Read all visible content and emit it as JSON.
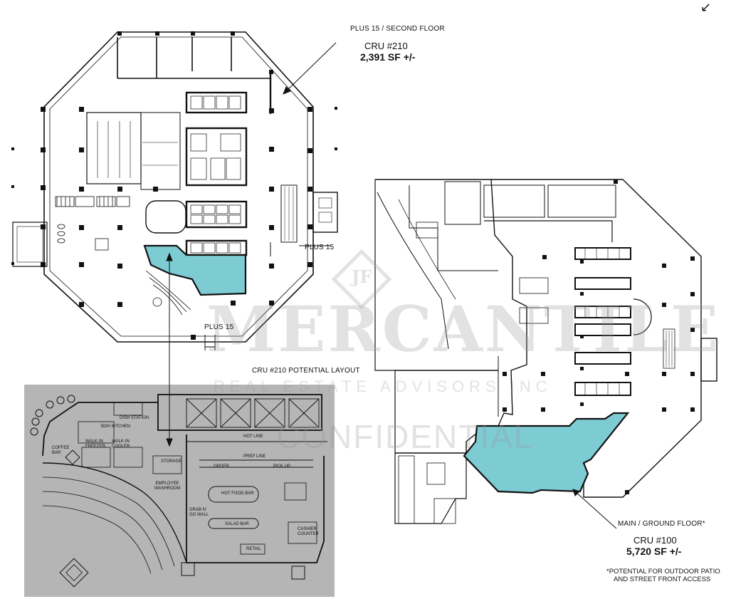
{
  "corner_icon": "arrow-southwest-icon",
  "colors": {
    "highlight": "#7dcbd3",
    "wall": "#111111",
    "layout_bg": "#b5b5b5",
    "watermark": "#969696"
  },
  "second_floor": {
    "level_label": "PLUS 15 / SECOND FLOOR",
    "unit": "CRU #210",
    "area": "2,391 SF +/-",
    "plus15_east": "PLUS 15",
    "plus15_south": "PLUS 15"
  },
  "layout_inset": {
    "title": "CRU #210 POTENTIAL LAYOUT",
    "rooms": {
      "dish_station": "DISH STATION",
      "boh_kitchen": "BOH KITCHEN",
      "walkin_freezer": "WALK-IN FREEZER",
      "walkin_cooler": "WALK-IN COOLER",
      "coffee_bar": "COFFEE BAR",
      "hot_line": "HOT LINE",
      "prep_line": "PREP LINE",
      "order": "ORDER",
      "pick_up": "PICK UP",
      "storage": "STORAGE",
      "employee_washroom": "EMPLOYEE WASHROOM",
      "hot_food_bar": "HOT FOOD BAR",
      "grab_n_go": "GRAB N' GO WALL",
      "salad_bar": "SALAD BAR",
      "cashier_counter": "CASHIER COUNTER",
      "retail": "RETAIL"
    }
  },
  "ground_floor": {
    "level_label": "MAIN / GROUND FLOOR*",
    "unit": "CRU #100",
    "area": "5,720 SF +/-",
    "note_line1": "*POTENTIAL FOR OUTDOOR PATIO",
    "note_line2": "AND STREET FRONT ACCESS"
  },
  "watermark": {
    "logo_mark": "JF",
    "brand": "MERCANTILE",
    "tagline": "REAL ESTATE ADVISORS INC",
    "status": "CONFIDENTIAL"
  }
}
